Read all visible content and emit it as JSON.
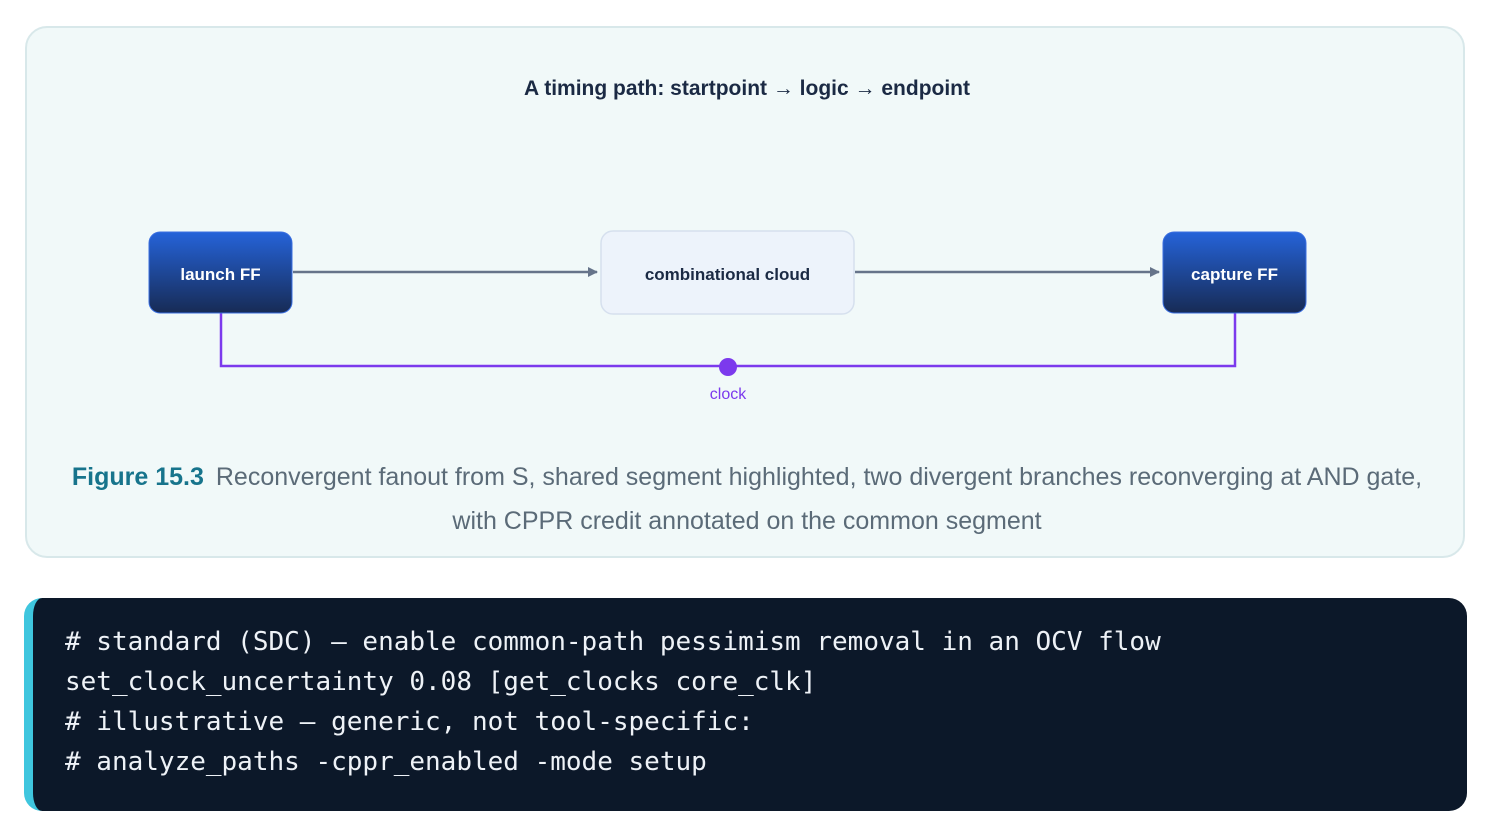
{
  "diagram": {
    "title": "A timing path: startpoint → logic → endpoint",
    "nodes": {
      "launch": "launch FF",
      "cloud": "combinational cloud",
      "capture": "capture FF"
    },
    "clock_label": "clock",
    "colors": {
      "ff_top": "#2563d9",
      "ff_bottom": "#172b55",
      "cloud_fill": "#edf3fb",
      "arrow": "#66748a",
      "clock": "#7c3aed"
    }
  },
  "caption": {
    "figure_number": "Figure 15.3",
    "text": "Reconvergent fanout from S, shared segment highlighted, two divergent branches reconverging at AND gate, with CPPR credit annotated on the common segment"
  },
  "code": {
    "lines": [
      "# standard (SDC) — enable common-path pessimism removal in an OCV flow",
      "set_clock_uncertainty 0.08 [get_clocks core_clk]",
      "# illustrative — generic, not tool-specific:",
      "# analyze_paths -cppr_enabled -mode setup"
    ],
    "accent_color": "#3fc6de"
  }
}
